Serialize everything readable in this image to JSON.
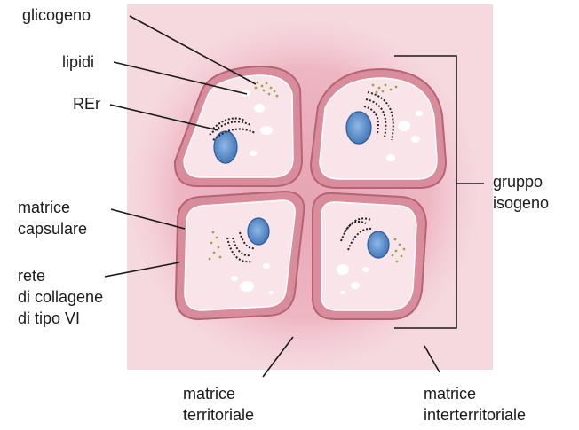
{
  "labels": {
    "glicogeno": "glicogeno",
    "lipidi": "lipidi",
    "rer": "REr",
    "matrice_capsulare": [
      "matrice",
      "capsulare"
    ],
    "rete_collagene": [
      "rete",
      "di collagene",
      "di tipo VI"
    ],
    "gruppo_isogeno": [
      "gruppo",
      "isogeno"
    ],
    "matrice_territoriale": [
      "matrice",
      "territoriale"
    ],
    "matrice_interterritoriale": [
      "matrice",
      "interterritoriale"
    ]
  },
  "colors": {
    "interterritorial_matrix": "#f7dde2",
    "territorial_matrix": "#efbcc7",
    "capsule": "#d98c9b",
    "capsule_border": "#b56476",
    "cell_fill": "#f8e4e9",
    "nucleus": "#5b8fc9",
    "glycogen": "#9aa64a"
  }
}
